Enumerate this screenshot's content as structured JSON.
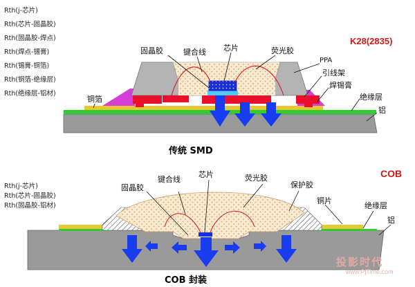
{
  "smd": {
    "rth_list": [
      "Rth(j-芯片)",
      "Rth(芯片-固晶胶)",
      "Rth(固晶胶-焊点)",
      "Rth(焊点-锡膏)",
      "Rth(锡膏-铜箔)",
      "Rth(铜箔-绝缘层)",
      "Rth(绝缘层-铝材)"
    ],
    "model": "K28(2835)",
    "labels": {
      "die_attach": "固晶胶",
      "bond_wire": "键合线",
      "chip": "芯片",
      "phosphor": "荧光胶",
      "ppa": "PPA",
      "lead_frame": "引线架",
      "solder_paste": "焊锡膏",
      "insulation": "绝缘层",
      "aluminum": "铝",
      "copper_foil": "铜箔"
    },
    "caption": "传统 SMD"
  },
  "cob": {
    "rth_list": [
      "Rth(j-芯片)",
      "Rth(芯片-固晶胶)",
      "Rth(固晶胶-铝材)"
    ],
    "model": "COB",
    "labels": {
      "die_attach": "固晶胶",
      "bond_wire": "键合线",
      "chip": "芯片",
      "phosphor": "荧光胶",
      "protective_glue": "保护胶",
      "copper_sheet": "铜片",
      "insulation": "绝缘层",
      "aluminum": "铝"
    },
    "caption": "COB 封装"
  },
  "watermark": {
    "text": "投影时代",
    "url": "www.PjTime.com"
  },
  "colors": {
    "aluminum": "#9a9a9a",
    "insulation": "#33cc33",
    "copper": "#e8c832",
    "lead_frame": "#e8102a",
    "solder": "#d63fd6",
    "ppa": "#b4b4b4",
    "chip": "#1a2fd8",
    "heat_arrow": "#1a3cf0",
    "phosphor_bg": "#f7ead2",
    "model_red": "#d01818"
  }
}
